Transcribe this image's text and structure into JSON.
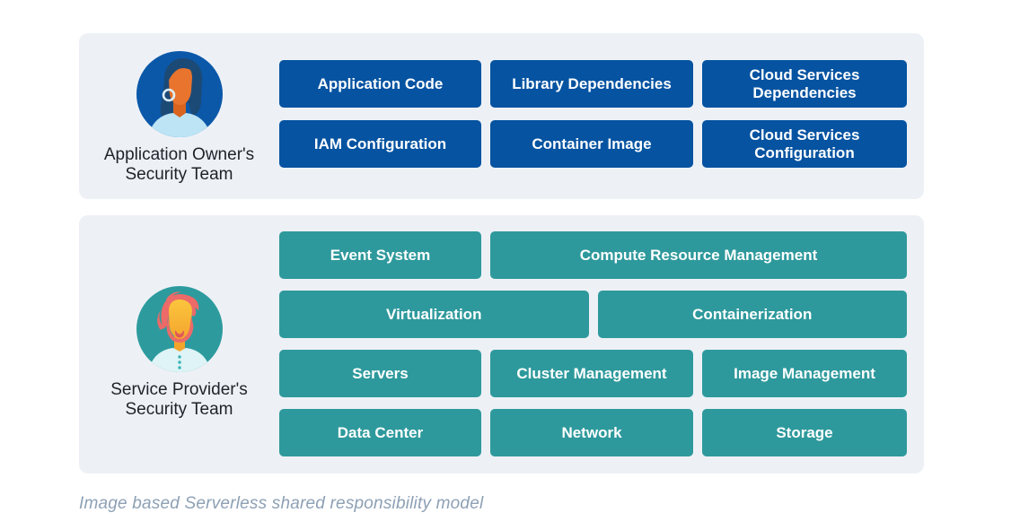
{
  "owner_panel": {
    "label_line1": "Application Owner's",
    "label_line2": "Security Team",
    "boxes": {
      "application_code": "Application Code",
      "library_dependencies": "Library Dependencies",
      "cloud_services_dependencies": "Cloud Services Dependencies",
      "iam_configuration": "IAM Configuration",
      "container_image": "Container Image",
      "cloud_services_configuration": "Cloud Services Configuration"
    }
  },
  "provider_panel": {
    "label_line1": "Service Provider's",
    "label_line2": "Security Team",
    "boxes": {
      "event_system": "Event System",
      "compute_resource_management": "Compute Resource Management",
      "virtualization": "Virtualization",
      "containerization": "Containerization",
      "servers": "Servers",
      "cluster_management": "Cluster Management",
      "image_management": "Image Management",
      "data_center": "Data Center",
      "network": "Network",
      "storage": "Storage"
    }
  },
  "caption": "Image based Serverless shared responsibility model",
  "colors": {
    "owner_box": "#0553a1",
    "provider_box": "#2e999c",
    "panel_bg": "#edf1f6",
    "caption_text": "#8da0b5",
    "label_text": "#1d2329",
    "owner_avatar_bg": "#0b58a9",
    "provider_avatar_bg": "#2d9b9e"
  },
  "icons": {
    "owner_avatar": "woman-avatar",
    "provider_avatar": "man-avatar"
  }
}
